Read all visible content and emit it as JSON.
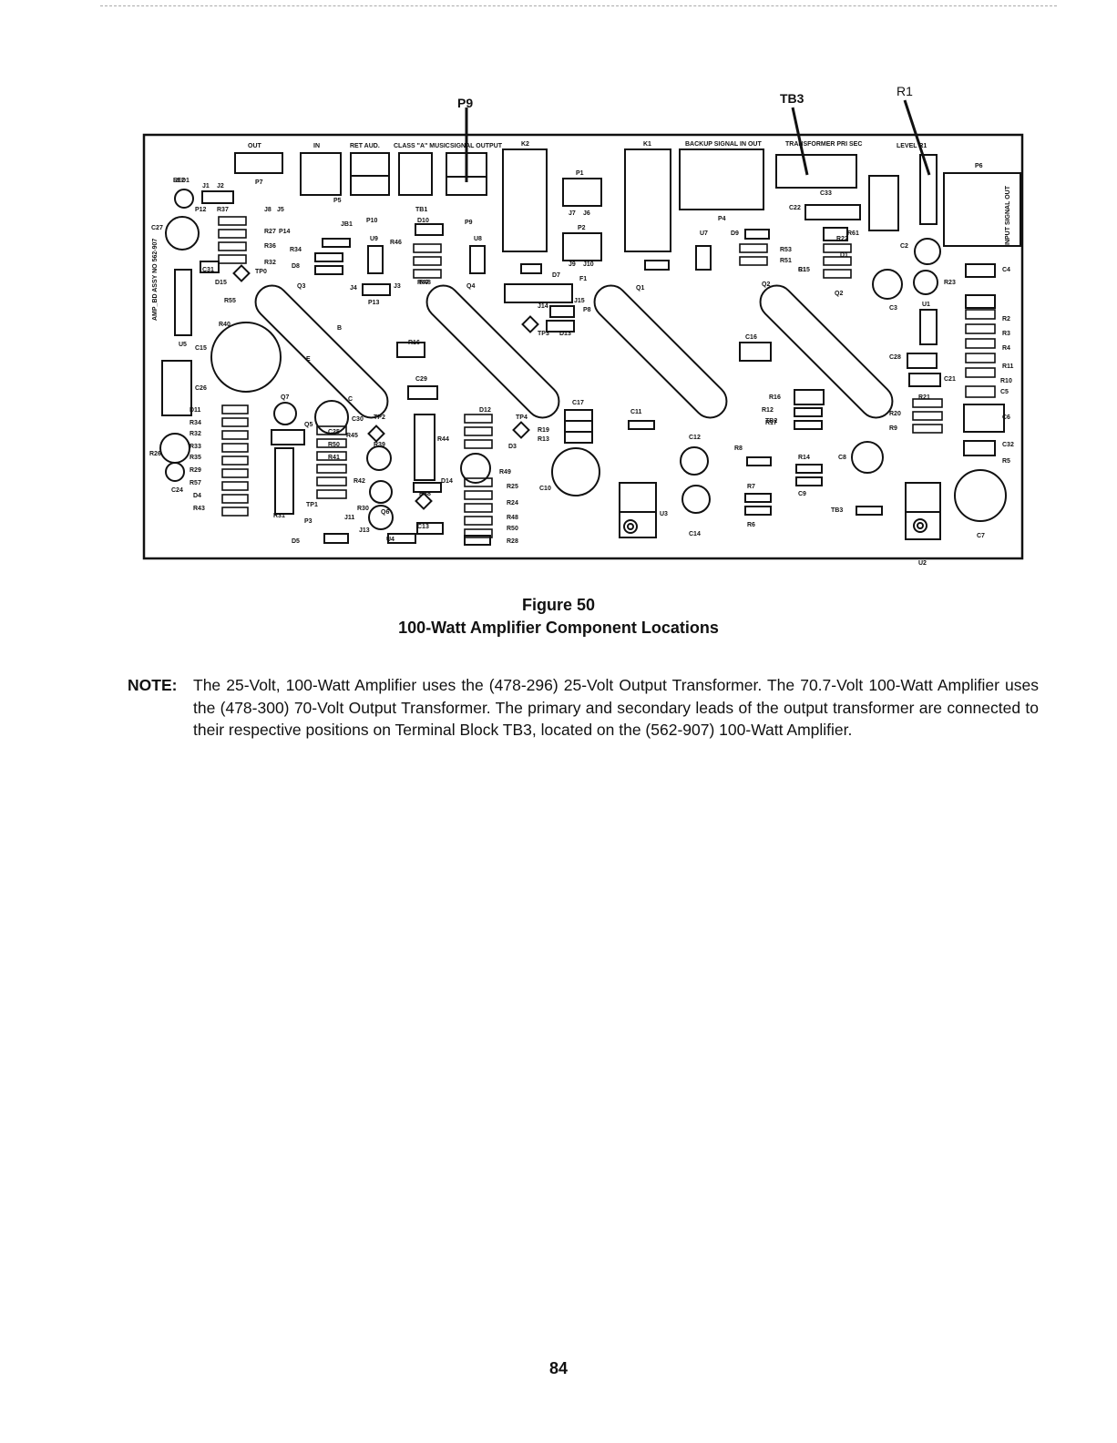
{
  "figure": {
    "number_label": "Figure 50",
    "title": "100-Watt Amplifier Component Locations",
    "callouts": [
      "P9",
      "TB3",
      "R1"
    ],
    "board_text": {
      "board_id": "AMP_BD ASSY NO 562-907 ",
      "connectors": [
        "OUT",
        "IN",
        "RET AUD.",
        "CLASS \"A\" MUSIC",
        "SIGNAL OUTPUT",
        "K2",
        "K1",
        "BACKUP SIGNAL IN OUT",
        "TRANSFORMER PRI SEC",
        "LEVEL R1",
        "INPUT SIGNAL OUT",
        "P6"
      ],
      "components": [
        "LED1",
        "J1",
        "J2",
        "P7",
        "P12",
        "R37",
        "C27",
        "J8",
        "J5",
        "P5",
        "JB1",
        "P10",
        "D10",
        "P9",
        "TB1",
        "R27",
        "P14",
        "R36",
        "R34",
        "R32",
        "U9",
        "R46",
        "U8",
        "R48",
        "D8",
        "C31",
        "TP0",
        "D15",
        "R55",
        "Q3",
        "J4",
        "J3",
        "P13",
        "R47",
        "Q4",
        "R40",
        "U5",
        "C15",
        "B",
        "E",
        "C",
        "R16",
        "C29",
        "TP2",
        "R45",
        "J7",
        "J6",
        "P1",
        "P2",
        "J9",
        "J10",
        "F1",
        "D7",
        "J14",
        "J15",
        "P8",
        "TP3",
        "D13",
        "C17",
        "TP4",
        "R19",
        "R13",
        "D3",
        "C11",
        "C12",
        "R8",
        "C10",
        "U3",
        "C14",
        "R6",
        "R7",
        "Q1",
        "U7",
        "P4",
        "D9",
        "R53",
        "R51",
        "Q2",
        "R15",
        "C16",
        "R16",
        "R12",
        "R17",
        "R14",
        "C9",
        "C8",
        "TB3",
        "C33",
        "C22",
        "R61",
        "R22",
        "D1",
        "C1",
        "C2",
        "R23",
        "Q2",
        "U1",
        "C3",
        "C28",
        "C21",
        "R21",
        "R20",
        "R9",
        "R2",
        "R3",
        "R4",
        "R11",
        "R10",
        "C5",
        "C4",
        "C6",
        "C32",
        "R5",
        "C7",
        "U2",
        "D11",
        "R34",
        "R32",
        "R33",
        "R35",
        "R29",
        "R57",
        "D4",
        "R43",
        "R26",
        "C24",
        "Q7",
        "Q5",
        "C30",
        "C25",
        "R50",
        "R41",
        "R42",
        "R39",
        "Q6",
        "R30",
        "R38",
        "TP1",
        "P3",
        "J11",
        "J13",
        "C13",
        "R31",
        "U4",
        "D5",
        "R28",
        "D12",
        "R25",
        "R24",
        "R48",
        "R50",
        "R44",
        "D14",
        "R49",
        "C26",
        "TB2",
        "R12"
      ]
    }
  },
  "note": {
    "label": "NOTE:",
    "text": "The 25-Volt, 100-Watt Amplifier uses the (478-296) 25-Volt Output Transformer. The 70.7-Volt 100-Watt Amplifier uses the (478-300) 70-Volt Output Transformer. The primary and secondary leads of the output transformer are connected to their respective positions on Terminal Block TB3, located on the (562-907) 100-Watt Amplifier."
  },
  "page_number": "84"
}
